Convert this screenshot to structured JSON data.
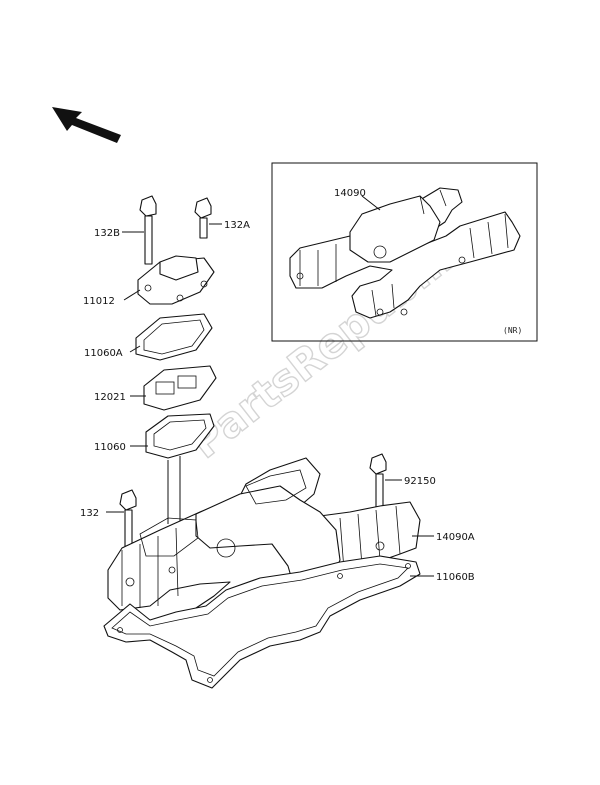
{
  "labels": {
    "p132B": "132B",
    "p132A": "132A",
    "p11012": "11012",
    "p11060A": "11060A",
    "p12021": "12021",
    "p11060": "11060",
    "p132": "132",
    "p92150": "92150",
    "p14090A": "14090A",
    "p11060B": "11060B",
    "p14090": "14090"
  },
  "inset_note": "(NR)",
  "watermark": "PartsRepublik",
  "icons": {
    "direction": "arrow-up-left-icon"
  }
}
